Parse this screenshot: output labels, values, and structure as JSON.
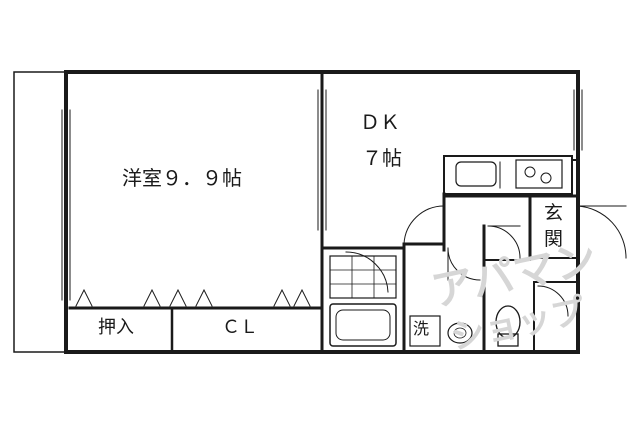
{
  "rooms": {
    "western_room": "洋室９．９帖",
    "dk_label": "ＤＫ",
    "dk_size": "７帖",
    "oshiire": "押入",
    "closet": "ＣＬ",
    "entrance_top": "玄",
    "entrance_bottom": "関",
    "washer": "洗"
  },
  "watermark": {
    "line1": "アパマン",
    "line2": "ショップ"
  }
}
